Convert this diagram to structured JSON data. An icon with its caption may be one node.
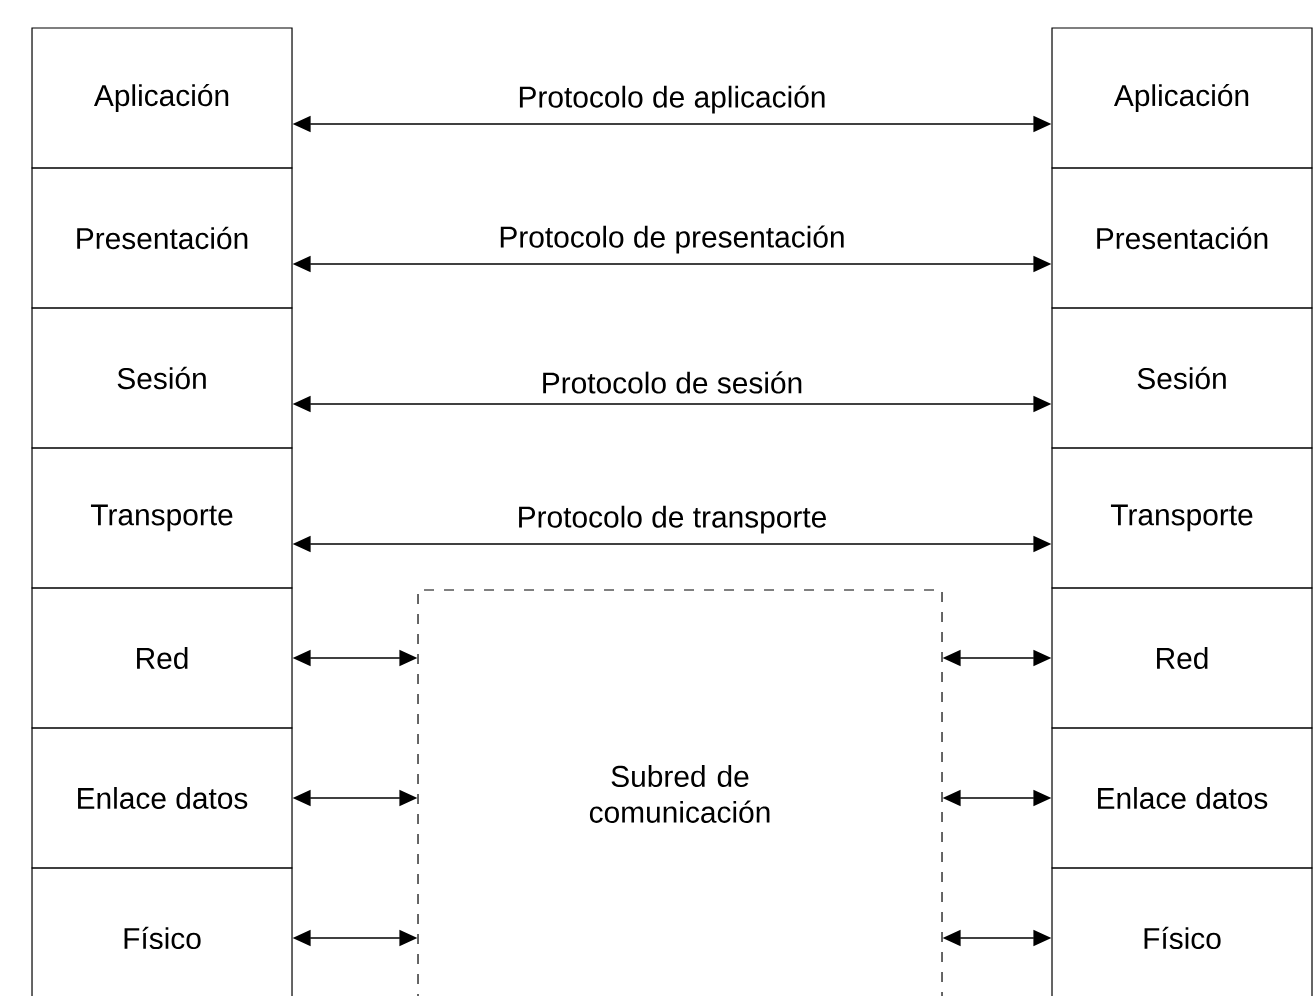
{
  "diagram": {
    "nodes": [
      {
        "text": [
          "Aplicación"
        ]
      },
      {
        "text": [
          "Presentación"
        ]
      },
      {
        "text": [
          "Sesión"
        ]
      },
      {
        "text": [
          "Transporte"
        ]
      },
      {
        "text": [
          "Red"
        ]
      },
      {
        "text": [
          "Enlace datos"
        ]
      },
      {
        "text": [
          "Físico"
        ]
      },
      {
        "text": [
          "Subred de comunicación"
        ]
      },
      {
        "text": [
          "Aplicación"
        ]
      },
      {
        "text": [
          "Presentación"
        ]
      },
      {
        "text": [
          "Sesión"
        ]
      },
      {
        "text": [
          "Transporte"
        ]
      },
      {
        "text": [
          "Red"
        ]
      },
      {
        "text": [
          "Enlace datos"
        ]
      },
      {
        "text": [
          "Físico"
        ]
      }
    ],
    "edges": [
      {
        "from": 0,
        "to": 8,
        "arrow": "both",
        "label": "Protocolo de aplicación"
      },
      {
        "from": 1,
        "to": 9,
        "arrow": "both",
        "label": "Protocolo de presentación"
      },
      {
        "from": 2,
        "to": 10,
        "arrow": "both",
        "label": "Protocolo de sesión"
      },
      {
        "from": 3,
        "to": 11,
        "arrow": "both",
        "label": "Protocolo de transporte"
      },
      {
        "from": 4,
        "to": 7,
        "arrow": "both"
      },
      {
        "from": 5,
        "to": 7,
        "arrow": "both"
      },
      {
        "from": 6,
        "to": 7,
        "arrow": "both"
      },
      {
        "from": 7,
        "to": 12,
        "arrow": "both"
      },
      {
        "from": 7,
        "to": 13,
        "arrow": "both"
      },
      {
        "from": 7,
        "to": 14,
        "arrow": "both"
      }
    ]
  }
}
